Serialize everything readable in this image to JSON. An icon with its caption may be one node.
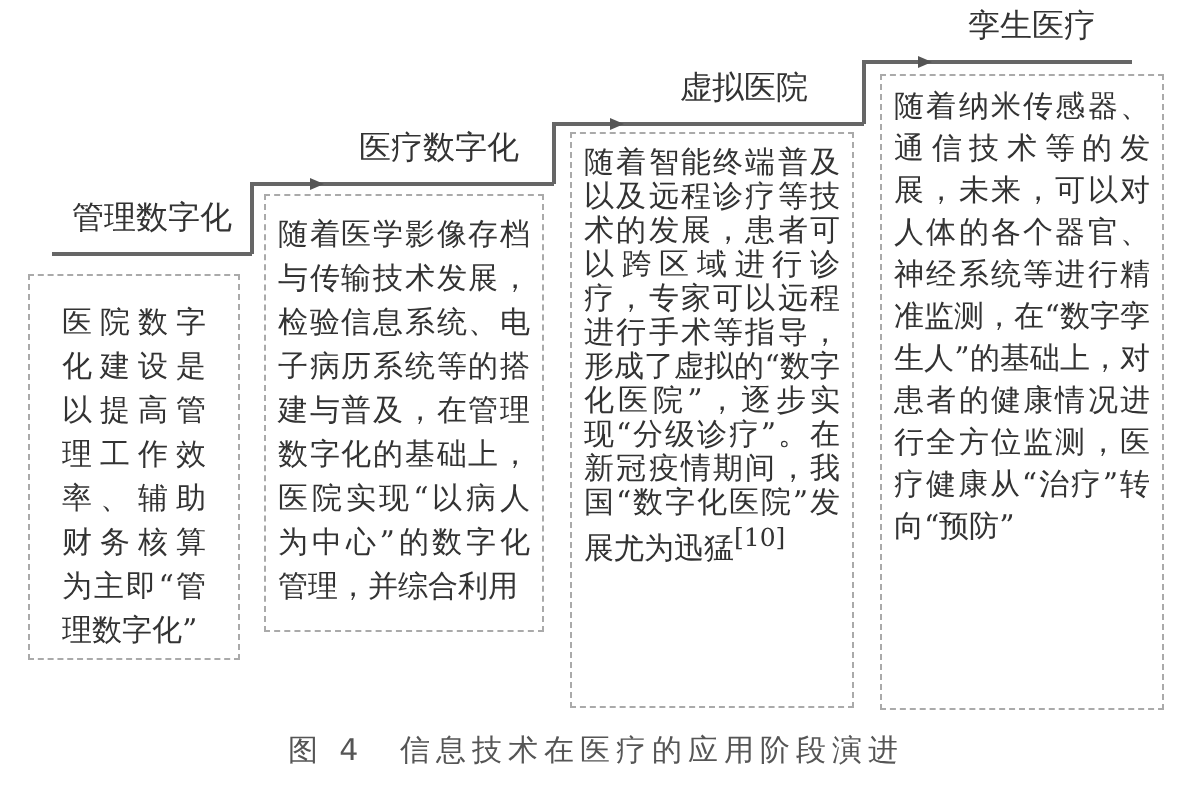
{
  "diagram": {
    "caption": "图 4　信息技术在医疗的应用阶段演进",
    "nodes": [
      {
        "text": [
          "管理数字化"
        ]
      },
      {
        "text": [
          "医院数字化建设是以提高管理工作效率、辅助财务核算为主即“管理数字化”"
        ]
      },
      {
        "text": [
          "医疗数字化"
        ]
      },
      {
        "text": [
          "随着医学影像存档与传输技术发展，检验信息系统、电子病历系统等的搭建与普及，在管理数字化的基础上，医院实现“以病人为中心”的数字化管理，并综合利用"
        ]
      },
      {
        "text": [
          "虚拟医院"
        ]
      },
      {
        "text": [
          "随着智能终端普及以及远程诊疗等技术的发展，患者可以跨区域进行诊疗，专家可以远程进行手术等指导，形成了虚拟的“数字化医院”，逐步实现“分级诊疗”。在新冠疫情期间，我国“数字化医院”发展尤为迅猛$^{[10]}$"
        ]
      },
      {
        "text": [
          "孪生医疗"
        ]
      },
      {
        "text": [
          "随着纳米传感器、通信技术等的发展，未来，可以对人体的各个器官、神经系统等进行精准监测，在“数字孪生人”的基础上，对患者的健康情况进行全方位监测，医疗健康从“治疗”转向“预防”"
        ]
      }
    ],
    "edges": [
      {
        "from": 0,
        "to": 2,
        "arrow": "to"
      },
      {
        "from": 2,
        "to": 4,
        "arrow": "to"
      },
      {
        "from": 4,
        "to": 6,
        "arrow": "to"
      }
    ]
  }
}
